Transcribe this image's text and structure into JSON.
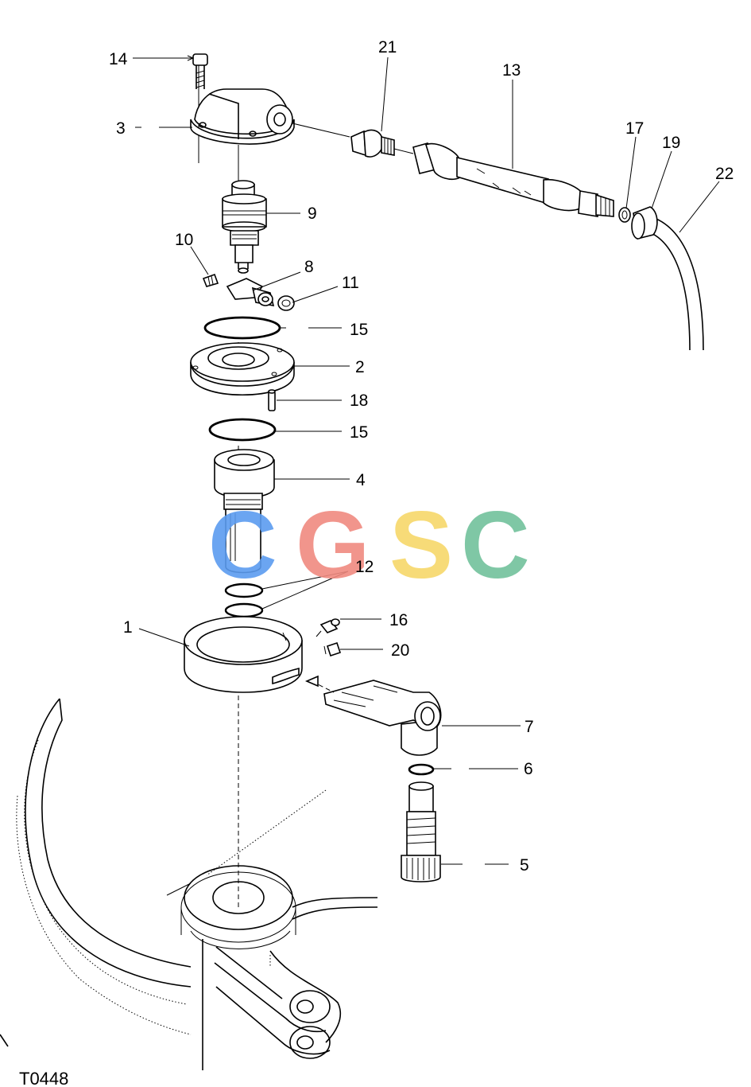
{
  "drawing_code": "T0448",
  "watermark": {
    "letters": [
      "C",
      "G",
      "S",
      "C"
    ],
    "colors": [
      "#5b9cf0",
      "#f08a80",
      "#f7d86a",
      "#72c29c"
    ]
  },
  "callouts": [
    "14",
    "3",
    "21",
    "13",
    "17",
    "19",
    "22",
    "9",
    "10",
    "8",
    "11",
    "15",
    "2",
    "18",
    "15",
    "4",
    "12",
    "1",
    "16",
    "20",
    "7",
    "6",
    "5"
  ]
}
